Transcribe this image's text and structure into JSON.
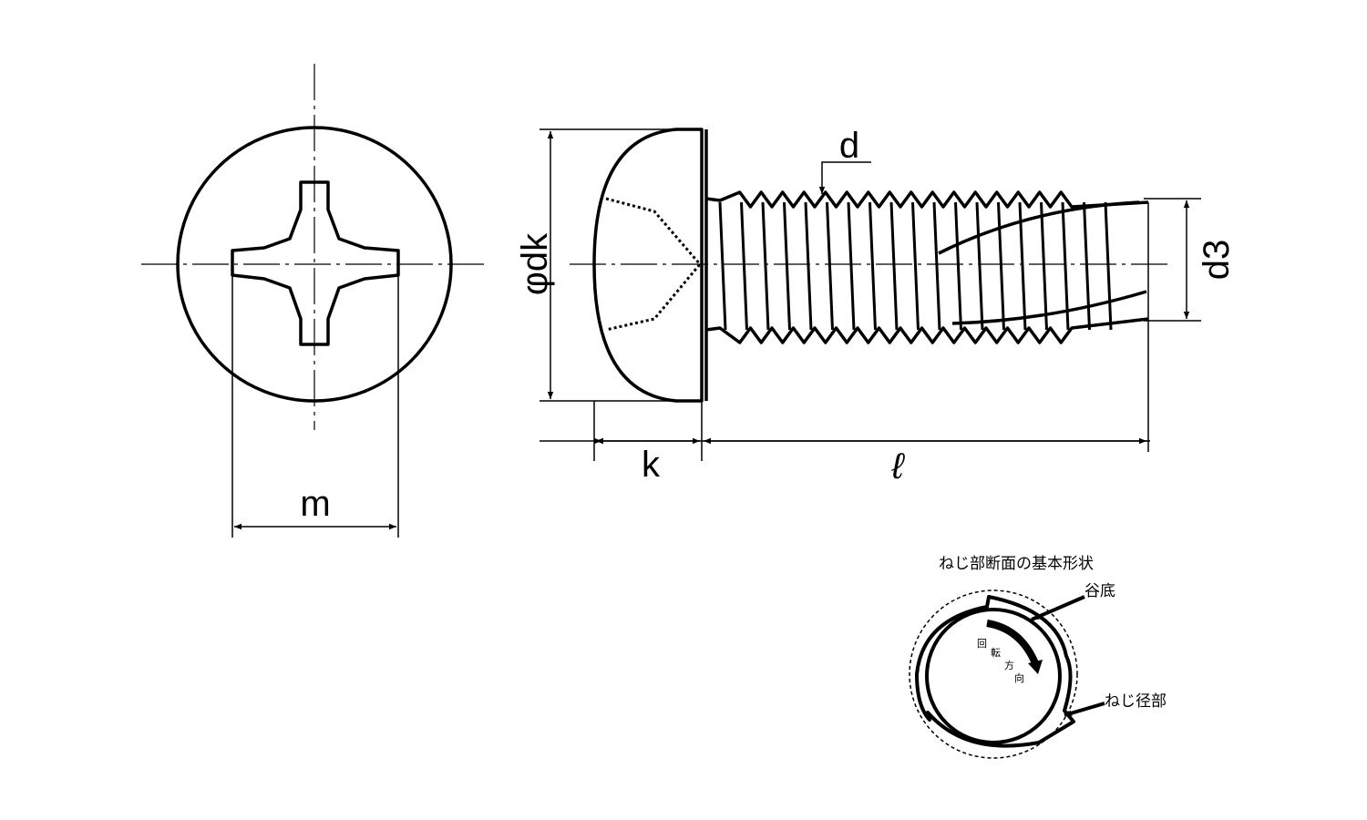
{
  "labels": {
    "m": "m",
    "dk": "φdk",
    "k": "k",
    "l": "ℓ",
    "d": "d",
    "d3": "d3"
  },
  "detail": {
    "title": "ねじ部断面の基本形状",
    "root_label": "谷底",
    "thread_dia_label": "ねじ径部",
    "rotation": [
      "回",
      "転",
      "方",
      "向"
    ]
  },
  "thread": {
    "pitch_count": 16
  }
}
